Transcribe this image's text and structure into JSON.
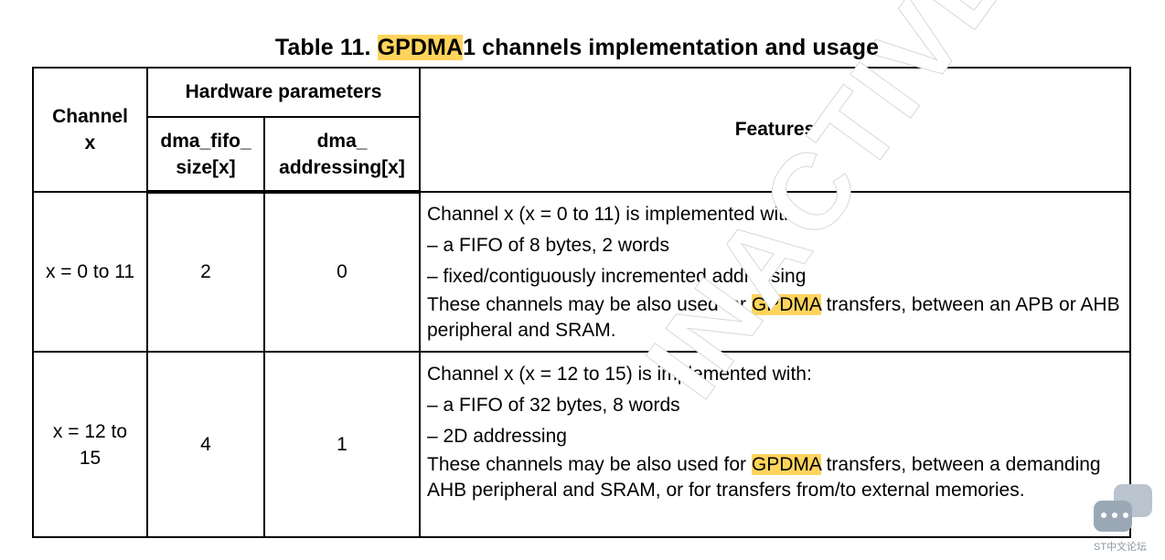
{
  "title": {
    "highlight": "GPDMA",
    "prefix": "Table 11. ",
    "suffix": "1 channels implementation and usage"
  },
  "table": {
    "headers": {
      "channel": [
        "Channel",
        "x"
      ],
      "hardware_parameters": "Hardware parameters",
      "fifo_size": [
        "dma_fifo_",
        "size[x]"
      ],
      "addressing": [
        "dma_",
        "addressing[x]"
      ],
      "features": "Features"
    },
    "rows": [
      {
        "channel": [
          "x = 0 to 11"
        ],
        "fifo_size": "2",
        "addressing": "0",
        "features": {
          "intro": "Channel x (x = 0 to 11) is implemented with:",
          "items": [
            "– a FIFO of 8 bytes, 2 words",
            "– fixed/contiguously incremented addressing"
          ],
          "note_before": "These channels may be also used for ",
          "note_highlight": "GPDMA",
          "note_after": " transfers, between an APB or AHB peripheral and SRAM."
        }
      },
      {
        "channel": [
          "x = 12  to",
          "15"
        ],
        "fifo_size": "4",
        "addressing": "1",
        "features": {
          "intro": "Channel x (x = 12 to 15) is implemented with:",
          "items": [
            "– a FIFO of 32 bytes, 8 words",
            "– 2D addressing"
          ],
          "note_before": "These channels may be also used for ",
          "note_highlight": "GPDMA",
          "note_after": " transfers, between a demanding AHB peripheral and SRAM, or for transfers from/to external memories."
        }
      }
    ]
  },
  "watermark": "INACTIVE",
  "badge": {
    "label": "ST中文论坛",
    "icon": "chat-bubbles-icon"
  },
  "colors": {
    "highlight": "#ffd45c",
    "badge": "#9aa8b6"
  }
}
